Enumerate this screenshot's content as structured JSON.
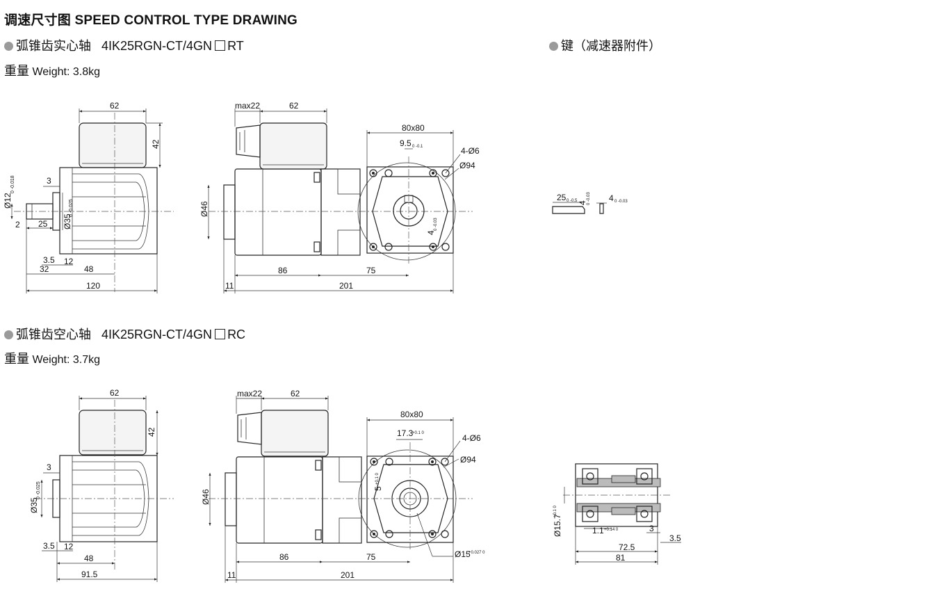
{
  "title": "调速尺寸图 SPEED CONTROL TYPE DRAWING",
  "section_solid": {
    "name": "弧锥齿实心轴",
    "model": "4IK25RGN-CT/4GN",
    "suffix": "RT",
    "weight_cn": "重量",
    "weight_en": "Weight: 3.8kg"
  },
  "section_key": {
    "name": "键（减速器附件）"
  },
  "section_hollow": {
    "name": "弧锥齿空心轴",
    "model": "4IK25RGN-CT/4GN",
    "suffix": "RC",
    "weight_cn": "重量",
    "weight_en": "Weight: 3.7kg"
  },
  "dims_solid": {
    "front_w": "62",
    "front_h": "42",
    "shaft_d": "Ø12",
    "shaft_tol": "0 -0.018",
    "d3": "3",
    "d2": "2",
    "d25": "25",
    "boss_d": "Ø35",
    "boss_tol": "0 -0.025",
    "d35": "3.5",
    "d12": "12",
    "d32": "32",
    "d48": "48",
    "total": "120",
    "max22": "max22",
    "side_w": "62",
    "motor_d": "Ø46",
    "d86": "86",
    "d75": "75",
    "d11": "11",
    "d201": "201",
    "flange": "80x80",
    "key_w": "9.5",
    "key_w_tol": "0 -0.1",
    "holes": "4-Ø6",
    "pcd": "Ø94",
    "key_h": "4",
    "key_h_tol": "0 -0.03"
  },
  "key": {
    "len": "25",
    "len_tol": "0 -0.5",
    "h": "4",
    "h_tol": "0 -0.03",
    "w": "4",
    "w_tol": "0 -0.03"
  },
  "dims_hollow": {
    "front_w": "62",
    "front_h": "42",
    "d3": "3",
    "boss_d": "Ø35",
    "boss_tol": "0 -0.025",
    "d35": "3.5",
    "d12": "12",
    "d48": "48",
    "total": "91.5",
    "max22": "max22",
    "side_w": "62",
    "motor_d": "Ø46",
    "d86": "86",
    "d75": "75",
    "d11": "11",
    "d201": "201",
    "flange": "80x80",
    "key_w": "17.3",
    "key_w_tol": "+0.1 0",
    "holes": "4-Ø6",
    "pcd": "Ø94",
    "key_s": "5",
    "key_s_tol": "+0.1 0",
    "bore": "Ø15",
    "bore_tol": "+0.027 0"
  },
  "hollow_detail": {
    "bore": "Ø15.7",
    "bore_tol": "+0.1 0",
    "groove": "1.1",
    "groove_tol": "+0.14 0",
    "d3": "3",
    "d35": "3.5",
    "d725": "72.5",
    "d81": "81"
  }
}
